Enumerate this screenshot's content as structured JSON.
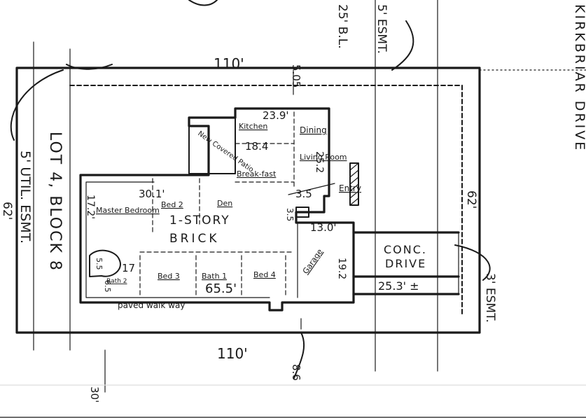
{
  "street": "KIRKBRIAR DRIVE",
  "lot": "LOT 4, BLOCK 8",
  "easements": {
    "left_util": "5' UTIL. ESMT.",
    "top_esmt": "5' ESMT.",
    "right_esmt": "3' ESMT.",
    "top_bl": "25' B.L."
  },
  "dimensions": {
    "top_width": "110'",
    "bottom_width": "110'",
    "left_depth": "62'",
    "right_depth": "62'",
    "top_setback": "5.05",
    "bottom_setback": "8.6",
    "bottom_left": "30'",
    "house_top": "23.9'",
    "kitchen_dim": "18.4",
    "living_dim": "25.2",
    "small_dim": "3.5",
    "master_width": "30.1'",
    "master_depth": "17.2'",
    "side_3_5": "3.5",
    "lower_17": "17",
    "bath2_5_5": "5.5",
    "bath2_6": "6.5",
    "total_length": "65.5'",
    "garage_width": "13.0'",
    "garage_depth": "19.2",
    "drive_length": "25.3' ±"
  },
  "rooms": {
    "kitchen": "Kitchen",
    "dining": "Dining",
    "breakfast": "Break-fast",
    "living": "Living Room",
    "patio": "New Covered Patio",
    "master": "Master Bedroom",
    "bed2": "Bed 2",
    "den": "Den",
    "house_label_1": "1-STORY",
    "house_label_2": "BRICK",
    "bed3": "Bed 3",
    "bath1": "Bath 1",
    "bed4": "Bed 4",
    "bath2": "Bath 2",
    "garage": "Garage",
    "entry": "Entry"
  },
  "drive": {
    "line1": "CONC.",
    "line2": "DRIVE"
  },
  "walkway": "paved walk way"
}
